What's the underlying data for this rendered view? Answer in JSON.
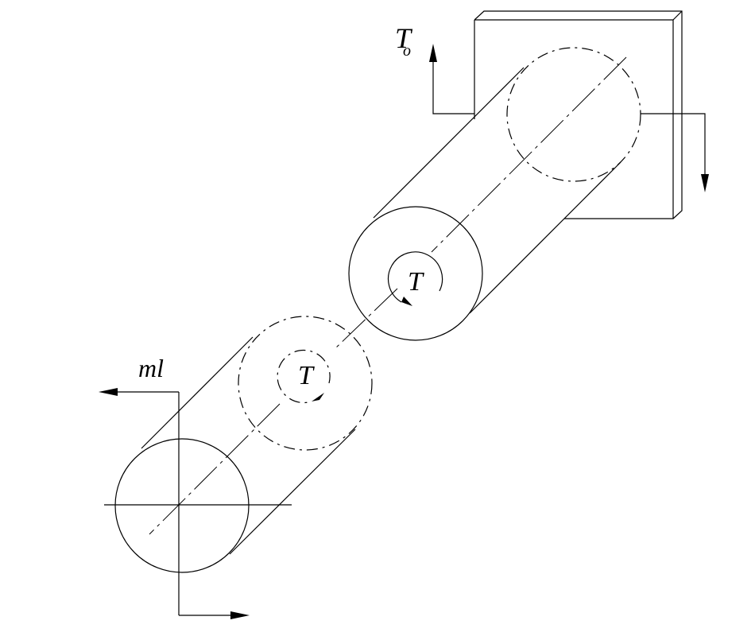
{
  "labels": {
    "torque_applied": "T",
    "torque_base": "T",
    "torque_base_subscript": "o",
    "moment_upper": "T",
    "moment_lower": "T",
    "arm_label": "ml"
  }
}
